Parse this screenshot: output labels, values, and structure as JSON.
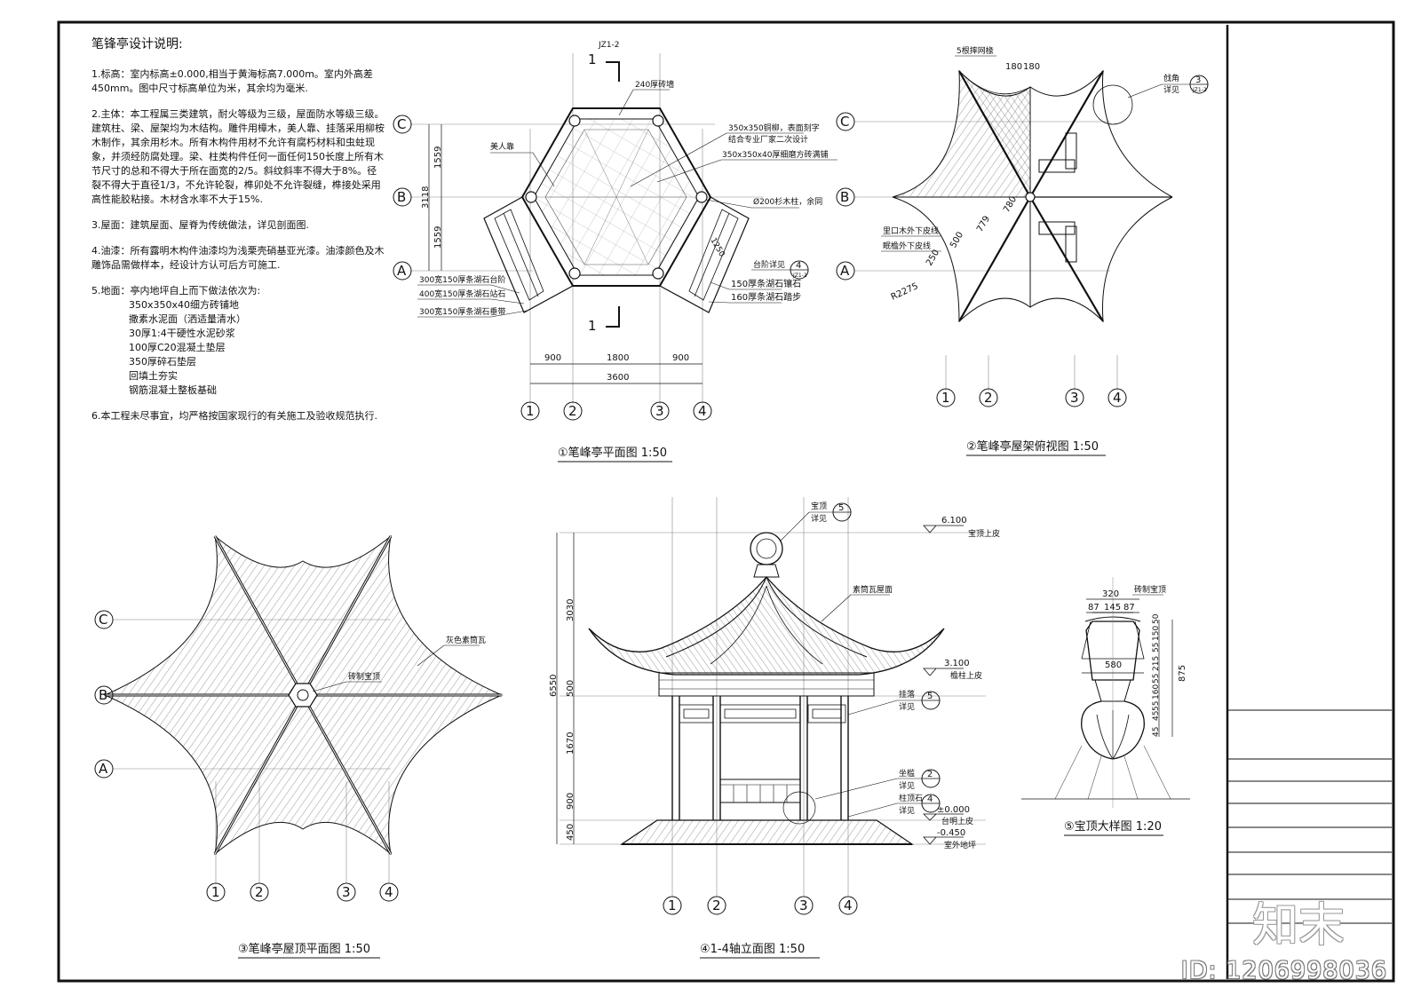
{
  "notes": {
    "title": "笔锋亭设计说明:",
    "p1": "1.标高：室内标高±0.000,相当于黄海标高7.000m。室内外高差450mm。图中尺寸标高单位为米，其余均为毫米.",
    "p2": "2.主体：本工程属三类建筑，耐火等级为三级，屋面防水等级三级。建筑柱、梁、屋架均为木结构。雕件用樟木，美人靠、挂落采用柳桉木制作，其余用杉木。所有木构件用材不允许有腐朽材料和虫蛀现象，并须经防腐处理。梁、柱类构件任何一面任何150长度上所有木节尺寸的总和不得大于所在面宽的2/5。斜纹斜率不得大于8%。径裂不得大于直径1/3，不允许轮裂，榫卯处不允许裂缝，榫接处采用高性能胶粘接。木材含水率不大于15%.",
    "p3": "3.屋面：建筑屋面、屋脊为传统做法，详见剖面图.",
    "p4": "4.油漆：所有露明木构件油漆均为浅栗壳硝基亚光漆。油漆颜色及木雕饰品需做样本，经设计方认可后方可施工.",
    "p5": "5.地面：亭内地坪自上而下做法依次为:",
    "floor": [
      "350x350x40细方砖铺地",
      "撒素水泥面（洒适量清水）",
      "30厚1:4干硬性水泥砂浆",
      "100厚C20混凝土垫层",
      "350厚碎石垫层",
      "回填土夯实",
      "钢筋混凝土整板基础"
    ],
    "p6": "6.本工程未尽事宜，均严格按国家现行的有关施工及验收规范执行."
  },
  "axes": {
    "a": "A",
    "b": "B",
    "c": "C",
    "n1": "1",
    "n2": "2",
    "n3": "3",
    "n4": "4"
  },
  "plan": {
    "caption": "①笔峰亭平面图  1:50",
    "tag_top": "JZ1-2",
    "section_mark": "1",
    "labels": [
      "240厚砖墙",
      "美人靠",
      "350x350铜柳，表面刻字",
      "结合专业厂家二次设计",
      "350x350x40厚细磨方砖满铺",
      "Ø200杉木柱，余同",
      "台阶详见",
      "150厚条湖石镶石",
      "160厚条湖石踏步",
      "300宽150厚条湖石台阶",
      "400宽150厚条湖石站石",
      "300宽150厚条湖石垂带",
      "1250"
    ],
    "ref": {
      "num": "4",
      "sheet": "JZ1-2"
    },
    "dims_v": [
      "1559",
      "3118",
      "1559"
    ],
    "dims_h": [
      "900",
      "1800",
      "900",
      "3600"
    ]
  },
  "framing": {
    "caption": "②笔峰亭屋架俯视图  1:50",
    "labels": [
      "5根摔网椽",
      "180",
      "180",
      "戗角",
      "详见",
      "里口木外下皮线",
      "眠檐外下皮线",
      "R2275",
      "250",
      "500",
      "779",
      "780"
    ],
    "ref": {
      "num": "3",
      "sheet": "JZ1-2"
    }
  },
  "roof": {
    "caption": "③笔峰亭屋顶平面图  1:50",
    "labels": [
      "灰色素筒瓦",
      "砖制宝顶"
    ]
  },
  "elev": {
    "caption": "④1-4轴立面图  1:50",
    "levels": [
      "6.100",
      "宝顶上皮",
      "3.100",
      "檐柱上皮",
      "±0.000",
      "台明上皮",
      "-0.450",
      "室外地坪"
    ],
    "labels": [
      "宝顶",
      "详见",
      "素筒瓦屋面",
      "挂落",
      "详见",
      "坐槛",
      "详见",
      "柱顶石",
      "详见"
    ],
    "refs": [
      "5",
      "5",
      "2",
      "4"
    ],
    "dims_v": [
      "3030",
      "500",
      "1670",
      "900",
      "450",
      "6550"
    ]
  },
  "finial": {
    "caption": "⑤宝顶大样图  1:20",
    "labels": [
      "砖制宝顶",
      "320",
      "87",
      "145",
      "87",
      "580",
      "50",
      "150",
      "55",
      "215",
      "55",
      "160",
      "55",
      "45",
      "45",
      "875"
    ]
  },
  "titleblock": {
    "logo": "知末"
  },
  "watermark_id": "ID: 1206998036"
}
